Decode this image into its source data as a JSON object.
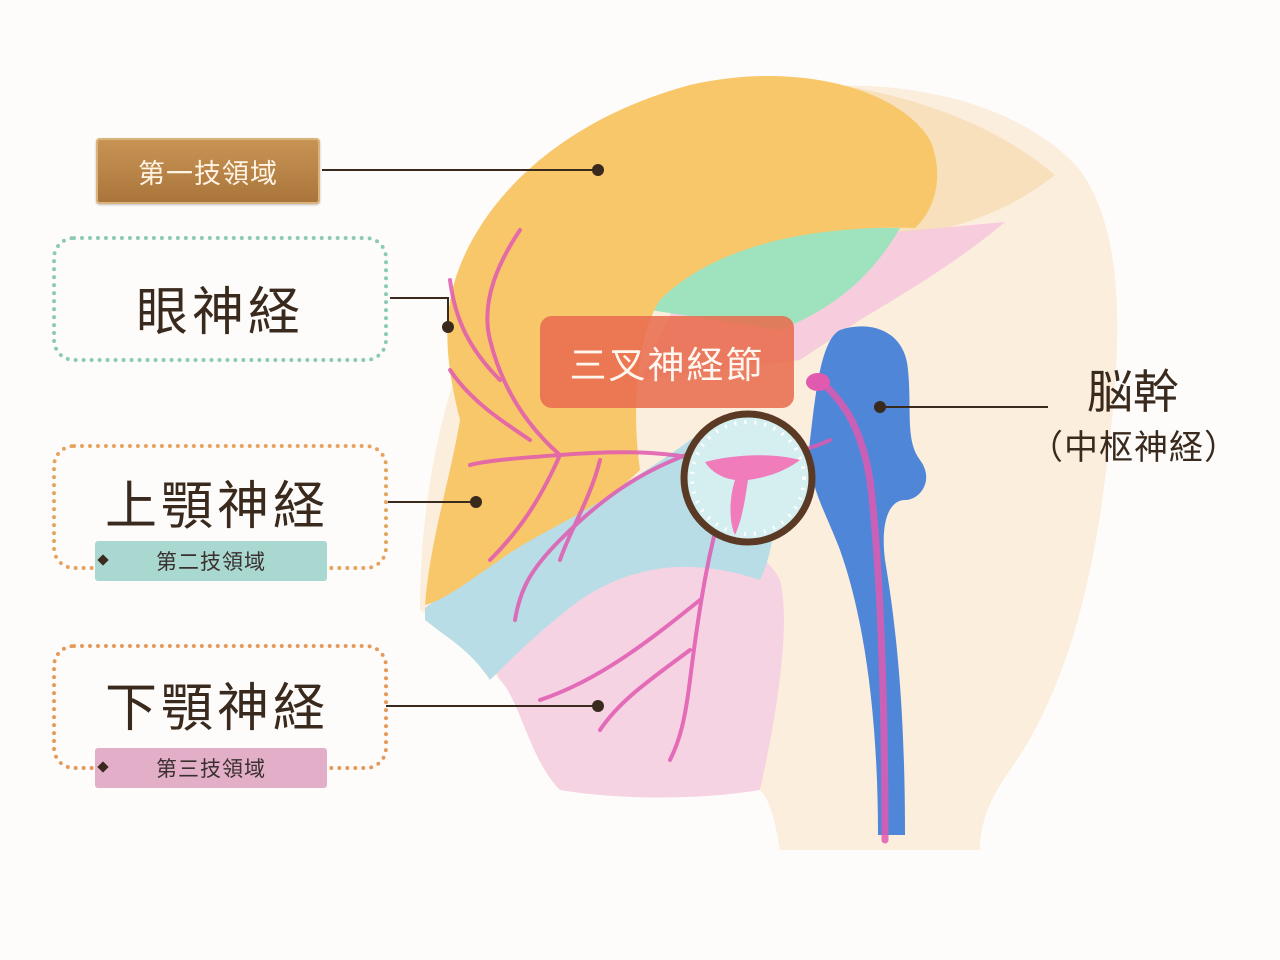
{
  "labels": {
    "first_branch_area": "第一技領域",
    "ophthalmic_nerve": "眼神経",
    "maxillary_nerve": "上顎神経",
    "second_branch_area": "第二技領域",
    "mandibular_nerve": "下顎神経",
    "third_branch_area": "第三技領域",
    "trigeminal_ganglion": "三叉神経節",
    "brainstem": "脳幹",
    "brainstem_sub": "（中枢神経）"
  },
  "colors": {
    "region_first": "#f8c76a",
    "region_second": "#b8dde6",
    "region_third": "#f6d3e2",
    "region_green": "#9fe3be",
    "region_pink": "#f6c9dd",
    "skin": "#fbeedd",
    "brainstem": "#4f86d8",
    "nerve": "#e05ab0",
    "ganglion_label": "#e86d4f",
    "gold_label": "#b07c40",
    "leader_line": "#3a2a1e"
  }
}
